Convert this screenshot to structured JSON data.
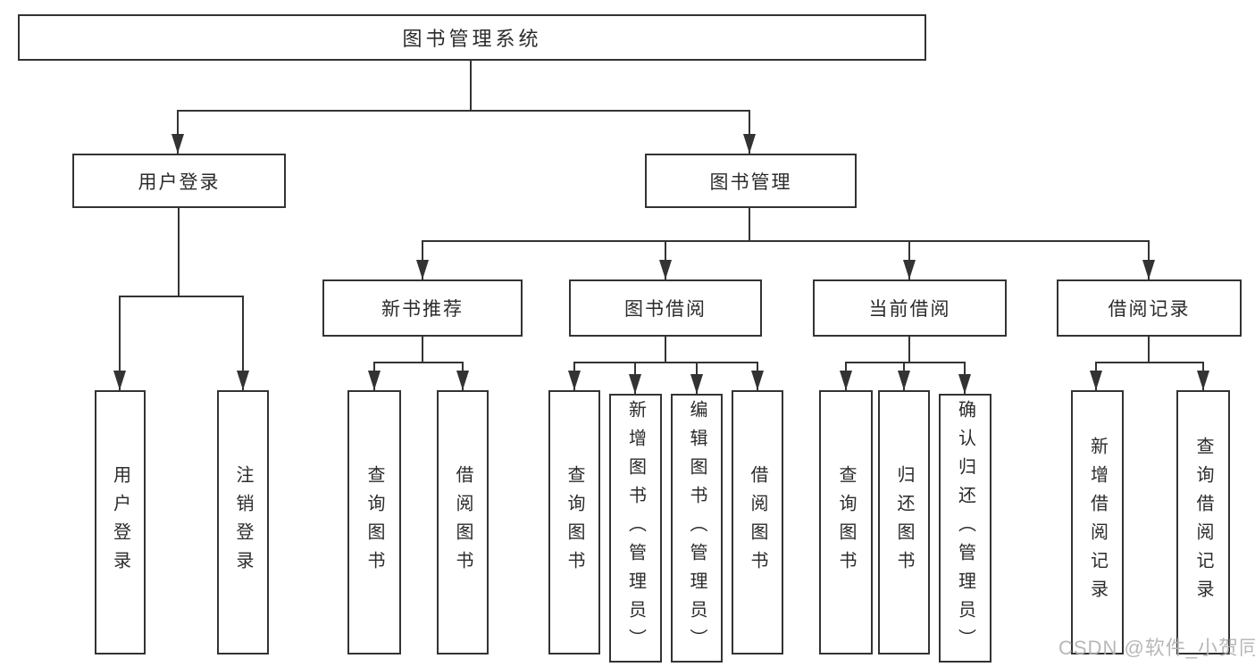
{
  "diagram": {
    "type": "hierarchy-tree",
    "title": "图书管理系统",
    "colors": {
      "line": "#333333",
      "border": "#333333",
      "text": "#2b2b2b",
      "background": "#ffffff",
      "watermark": "#b2b2b2"
    },
    "root": {
      "label": "图书管理系统"
    },
    "level2": [
      {
        "label": "用户登录"
      },
      {
        "label": "图书管理"
      }
    ],
    "level3": [
      {
        "label": "新书推荐",
        "parent": "图书管理"
      },
      {
        "label": "图书借阅",
        "parent": "图书管理"
      },
      {
        "label": "当前借阅",
        "parent": "图书管理"
      },
      {
        "label": "借阅记录",
        "parent": "图书管理"
      }
    ],
    "leaves": [
      {
        "label": "用户登录",
        "parent": "用户登录"
      },
      {
        "label": "注销登录",
        "parent": "用户登录"
      },
      {
        "label": "查询图书",
        "parent": "新书推荐"
      },
      {
        "label": "借阅图书",
        "parent": "新书推荐"
      },
      {
        "label": "查询图书",
        "parent": "图书借阅"
      },
      {
        "label": "新增图书（管理员）",
        "parent": "图书借阅"
      },
      {
        "label": "编辑图书（管理员）",
        "parent": "图书借阅"
      },
      {
        "label": "借阅图书",
        "parent": "图书借阅"
      },
      {
        "label": "查询图书",
        "parent": "当前借阅"
      },
      {
        "label": "归还图书",
        "parent": "当前借阅"
      },
      {
        "label": "确认归还（管理员）",
        "parent": "当前借阅"
      },
      {
        "label": "新增借阅记录",
        "parent": "借阅记录"
      },
      {
        "label": "查询借阅记录",
        "parent": "借阅记录"
      }
    ],
    "watermark": "CSDN @软件_小贺同学"
  }
}
